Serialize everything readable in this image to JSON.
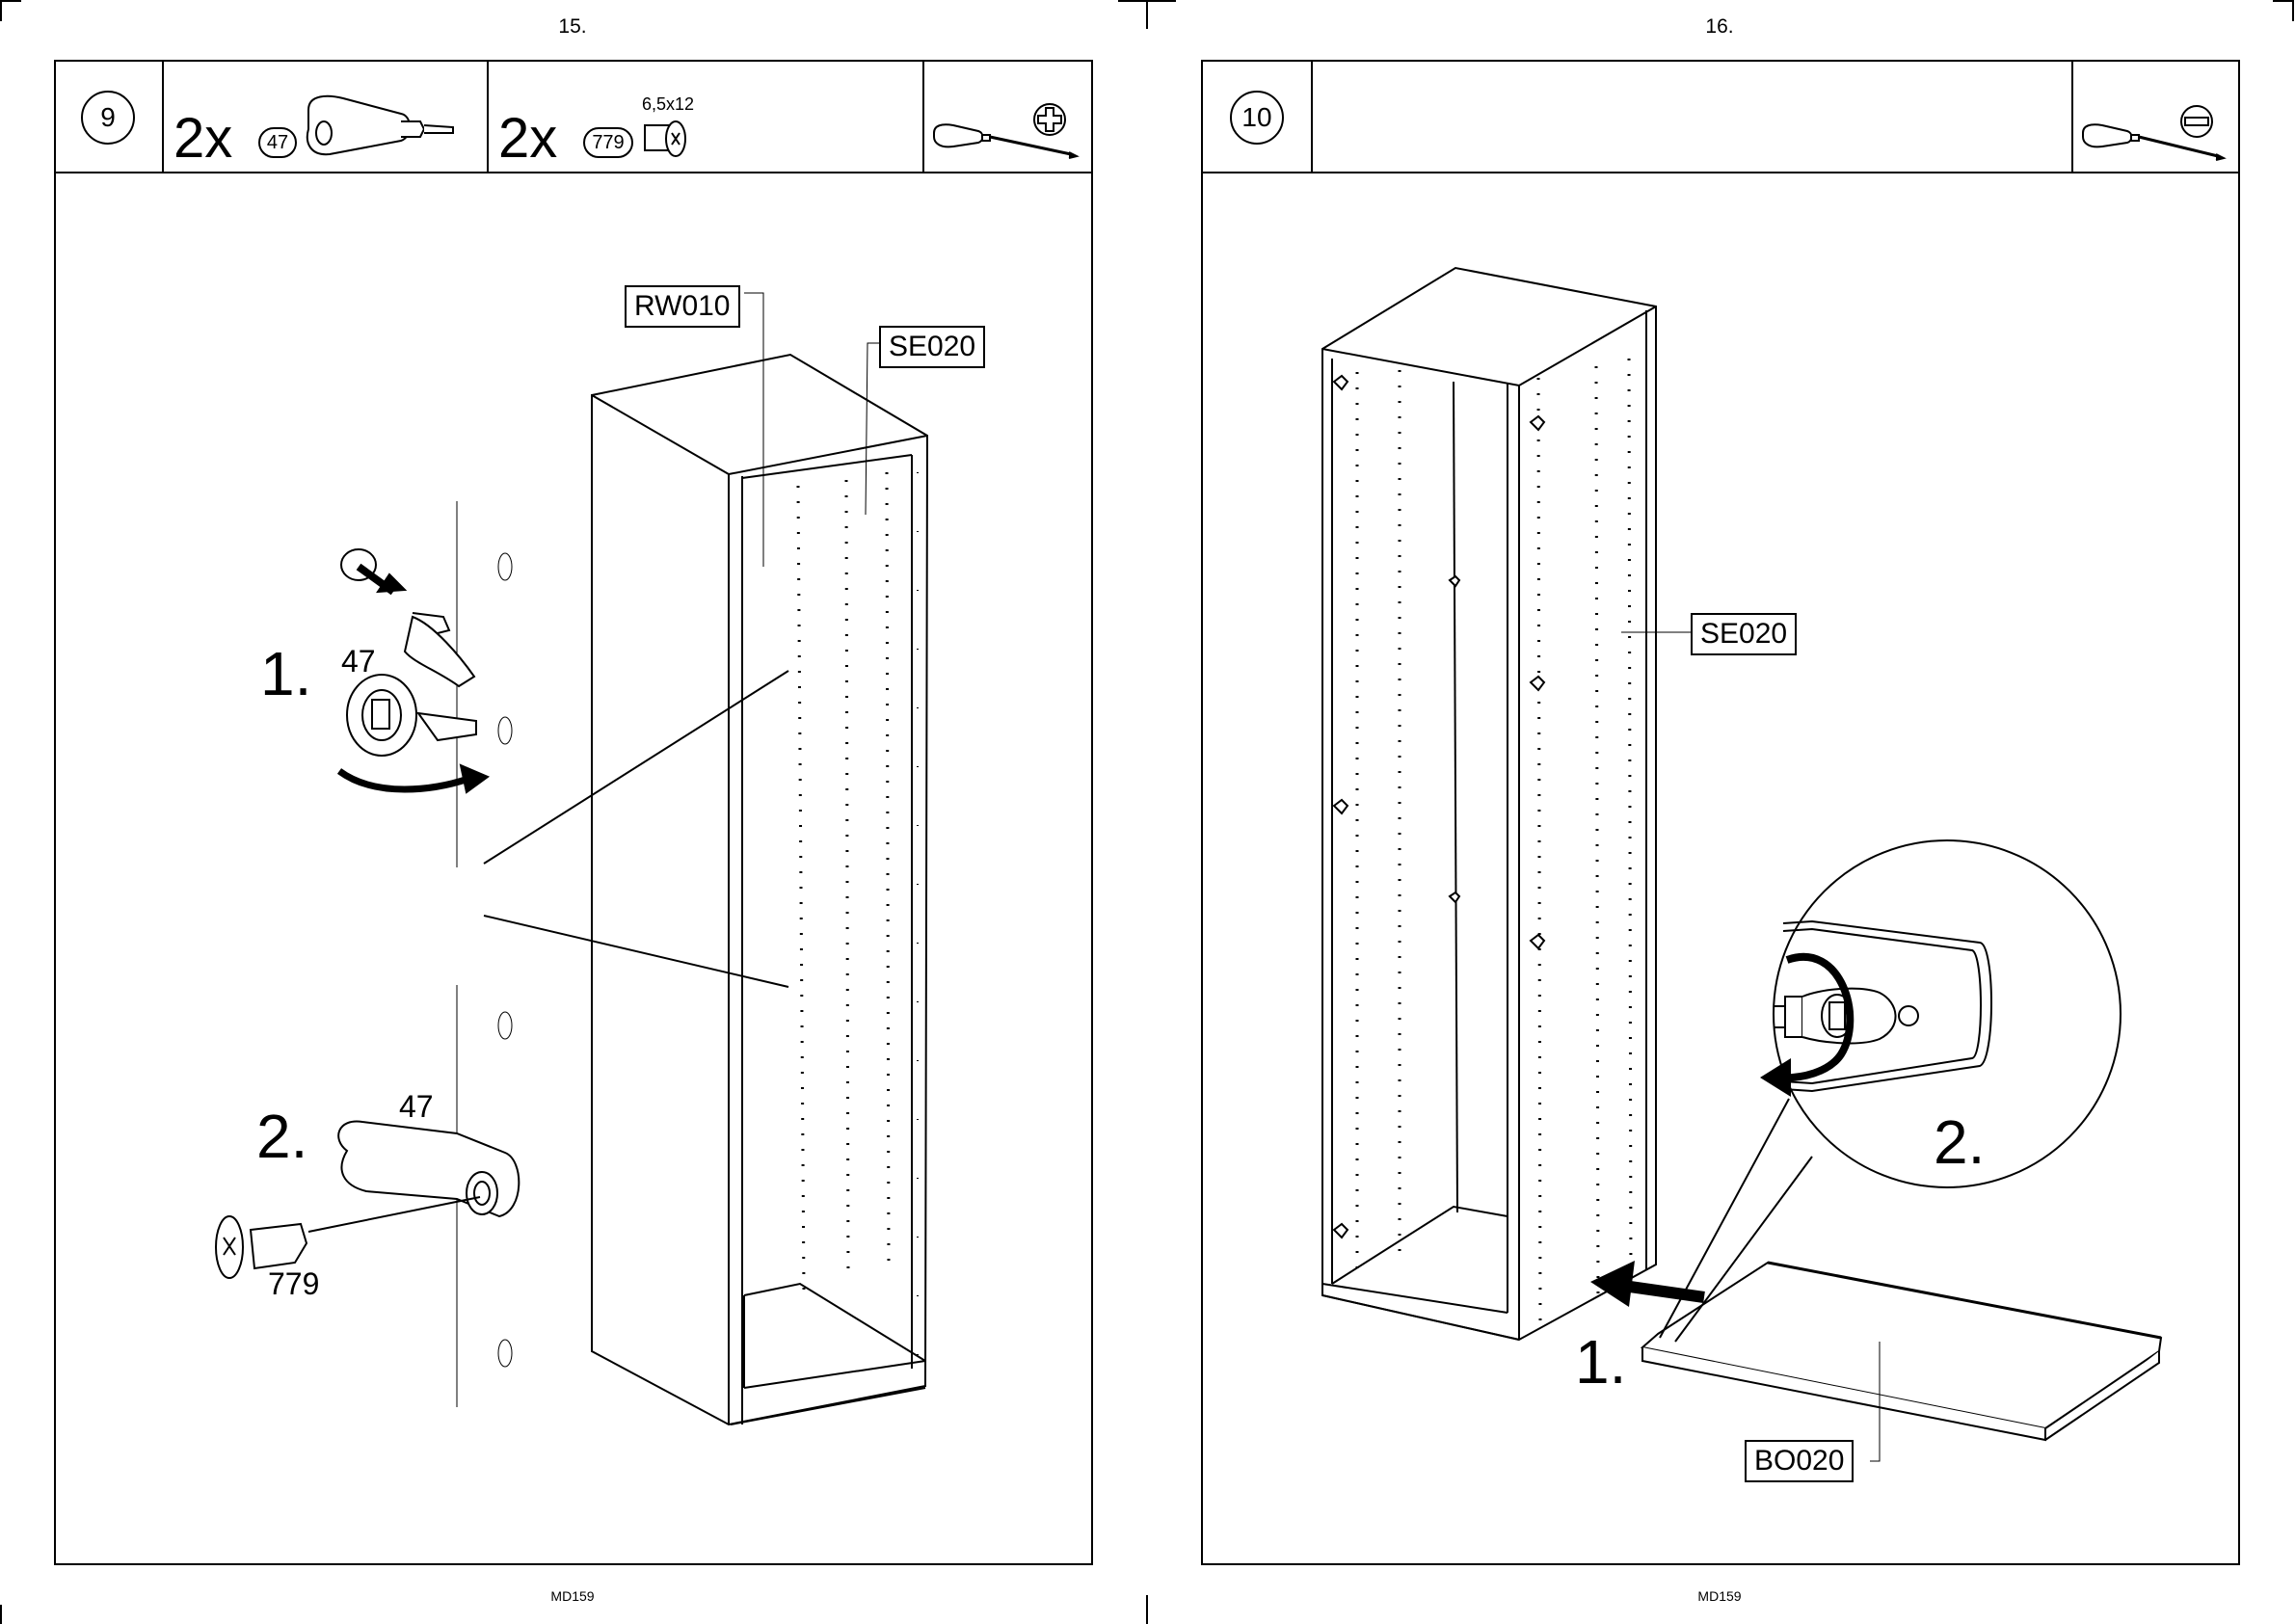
{
  "left": {
    "page_number": "15.",
    "model_code": "MD159",
    "step": {
      "number": "9",
      "parts": [
        {
          "qty": "2x",
          "ref": "47",
          "name": "cam-connector-icon"
        },
        {
          "qty": "2x",
          "ref": "779",
          "spec": "6,5x12",
          "name": "screw-icon"
        }
      ],
      "tool": "phillips-screwdriver-icon"
    },
    "labels": {
      "rw": "RW010",
      "se": "SE020"
    },
    "sub1": {
      "num": "1.",
      "part": "47"
    },
    "sub2": {
      "num": "2.",
      "part": "47",
      "screw": "779"
    }
  },
  "right": {
    "page_number": "16.",
    "model_code": "MD159",
    "step": {
      "number": "10",
      "tool": "flat-screwdriver-icon"
    },
    "labels": {
      "se": "SE020",
      "bo": "BO020"
    },
    "sub1": {
      "num": "1."
    },
    "sub2": {
      "num": "2."
    }
  }
}
